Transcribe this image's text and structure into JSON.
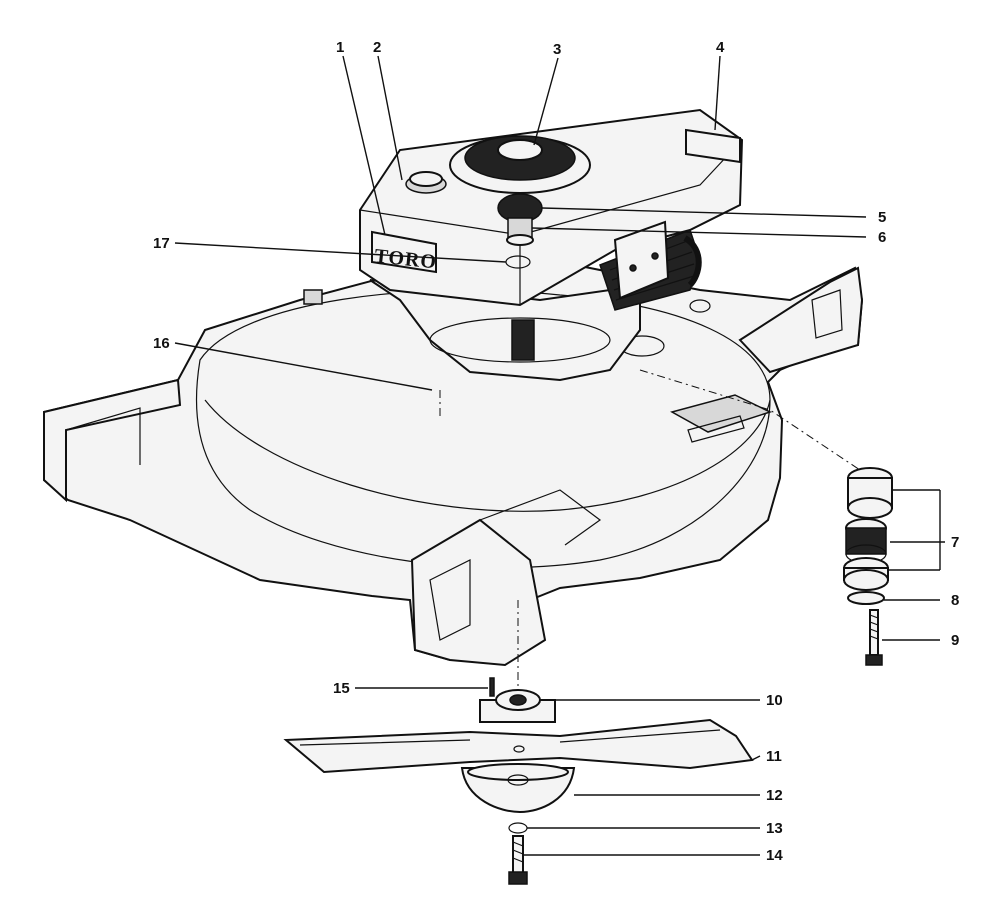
{
  "diagram": {
    "callouts": [
      {
        "id": "1",
        "label": "1"
      },
      {
        "id": "2",
        "label": "2"
      },
      {
        "id": "3",
        "label": "3"
      },
      {
        "id": "4",
        "label": "4"
      },
      {
        "id": "5",
        "label": "5"
      },
      {
        "id": "6",
        "label": "6"
      },
      {
        "id": "7",
        "label": "7"
      },
      {
        "id": "8",
        "label": "8"
      },
      {
        "id": "9",
        "label": "9"
      },
      {
        "id": "10",
        "label": "10"
      },
      {
        "id": "11",
        "label": "11"
      },
      {
        "id": "12",
        "label": "12"
      },
      {
        "id": "13",
        "label": "13"
      },
      {
        "id": "14",
        "label": "14"
      },
      {
        "id": "15",
        "label": "15"
      },
      {
        "id": "16",
        "label": "16"
      },
      {
        "id": "17",
        "label": "17"
      }
    ],
    "logo": {
      "brand": "TORO"
    }
  }
}
